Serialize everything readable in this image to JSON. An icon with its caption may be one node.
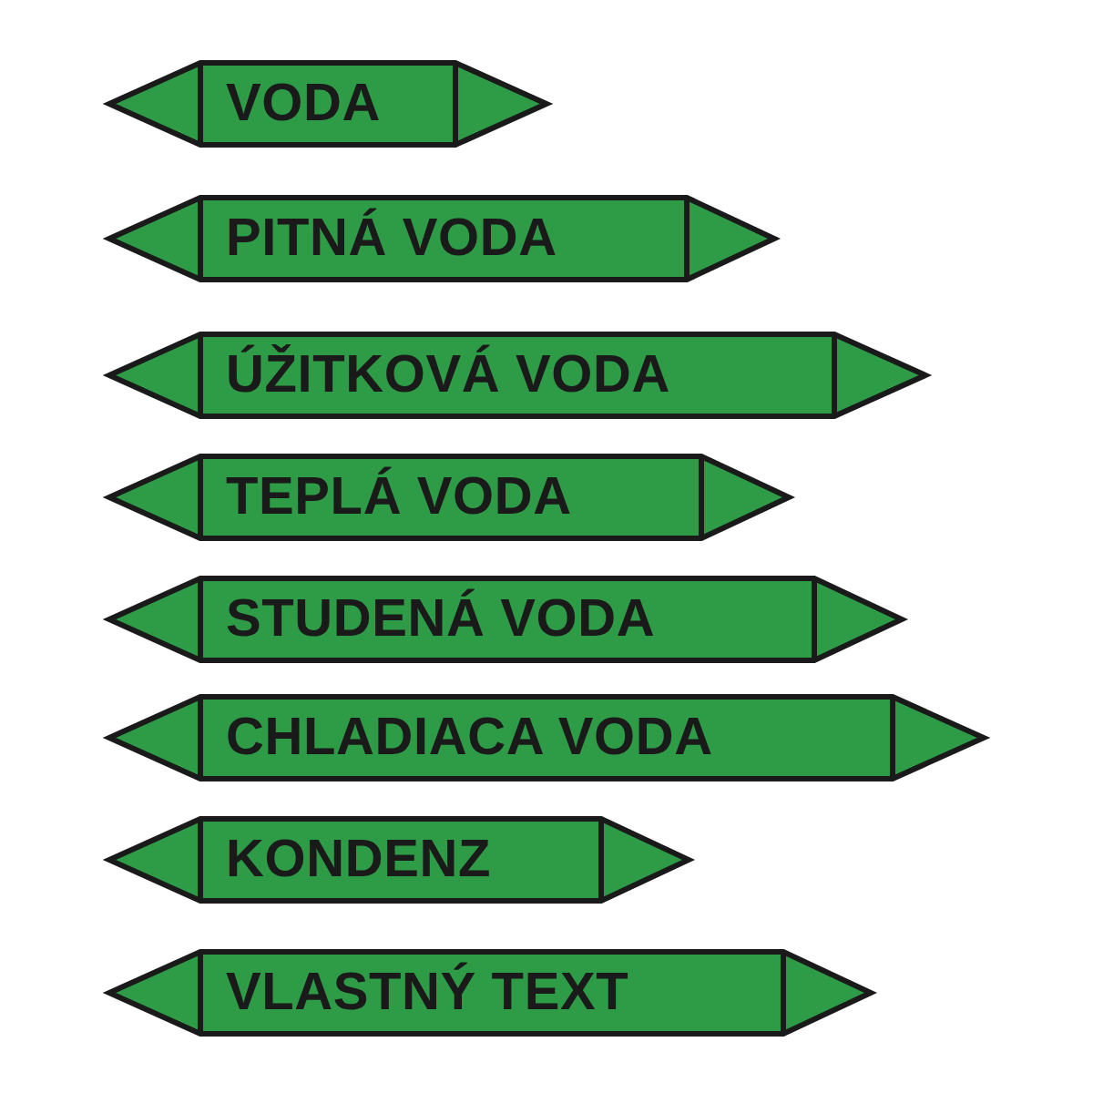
{
  "diagram": {
    "nodes": [
      {
        "text": [
          "VODA"
        ]
      },
      {
        "text": [
          "PITNÁ VODA"
        ]
      },
      {
        "text": [
          "ÚŽITKOVÁ VODA"
        ]
      },
      {
        "text": [
          "TEPLÁ VODA"
        ]
      },
      {
        "text": [
          "STUDENÁ VODA"
        ]
      },
      {
        "text": [
          "CHLADIACA VODA"
        ]
      },
      {
        "text": [
          "KONDENZ"
        ]
      },
      {
        "text": [
          "VLASTNÝ TEXT"
        ]
      }
    ]
  }
}
